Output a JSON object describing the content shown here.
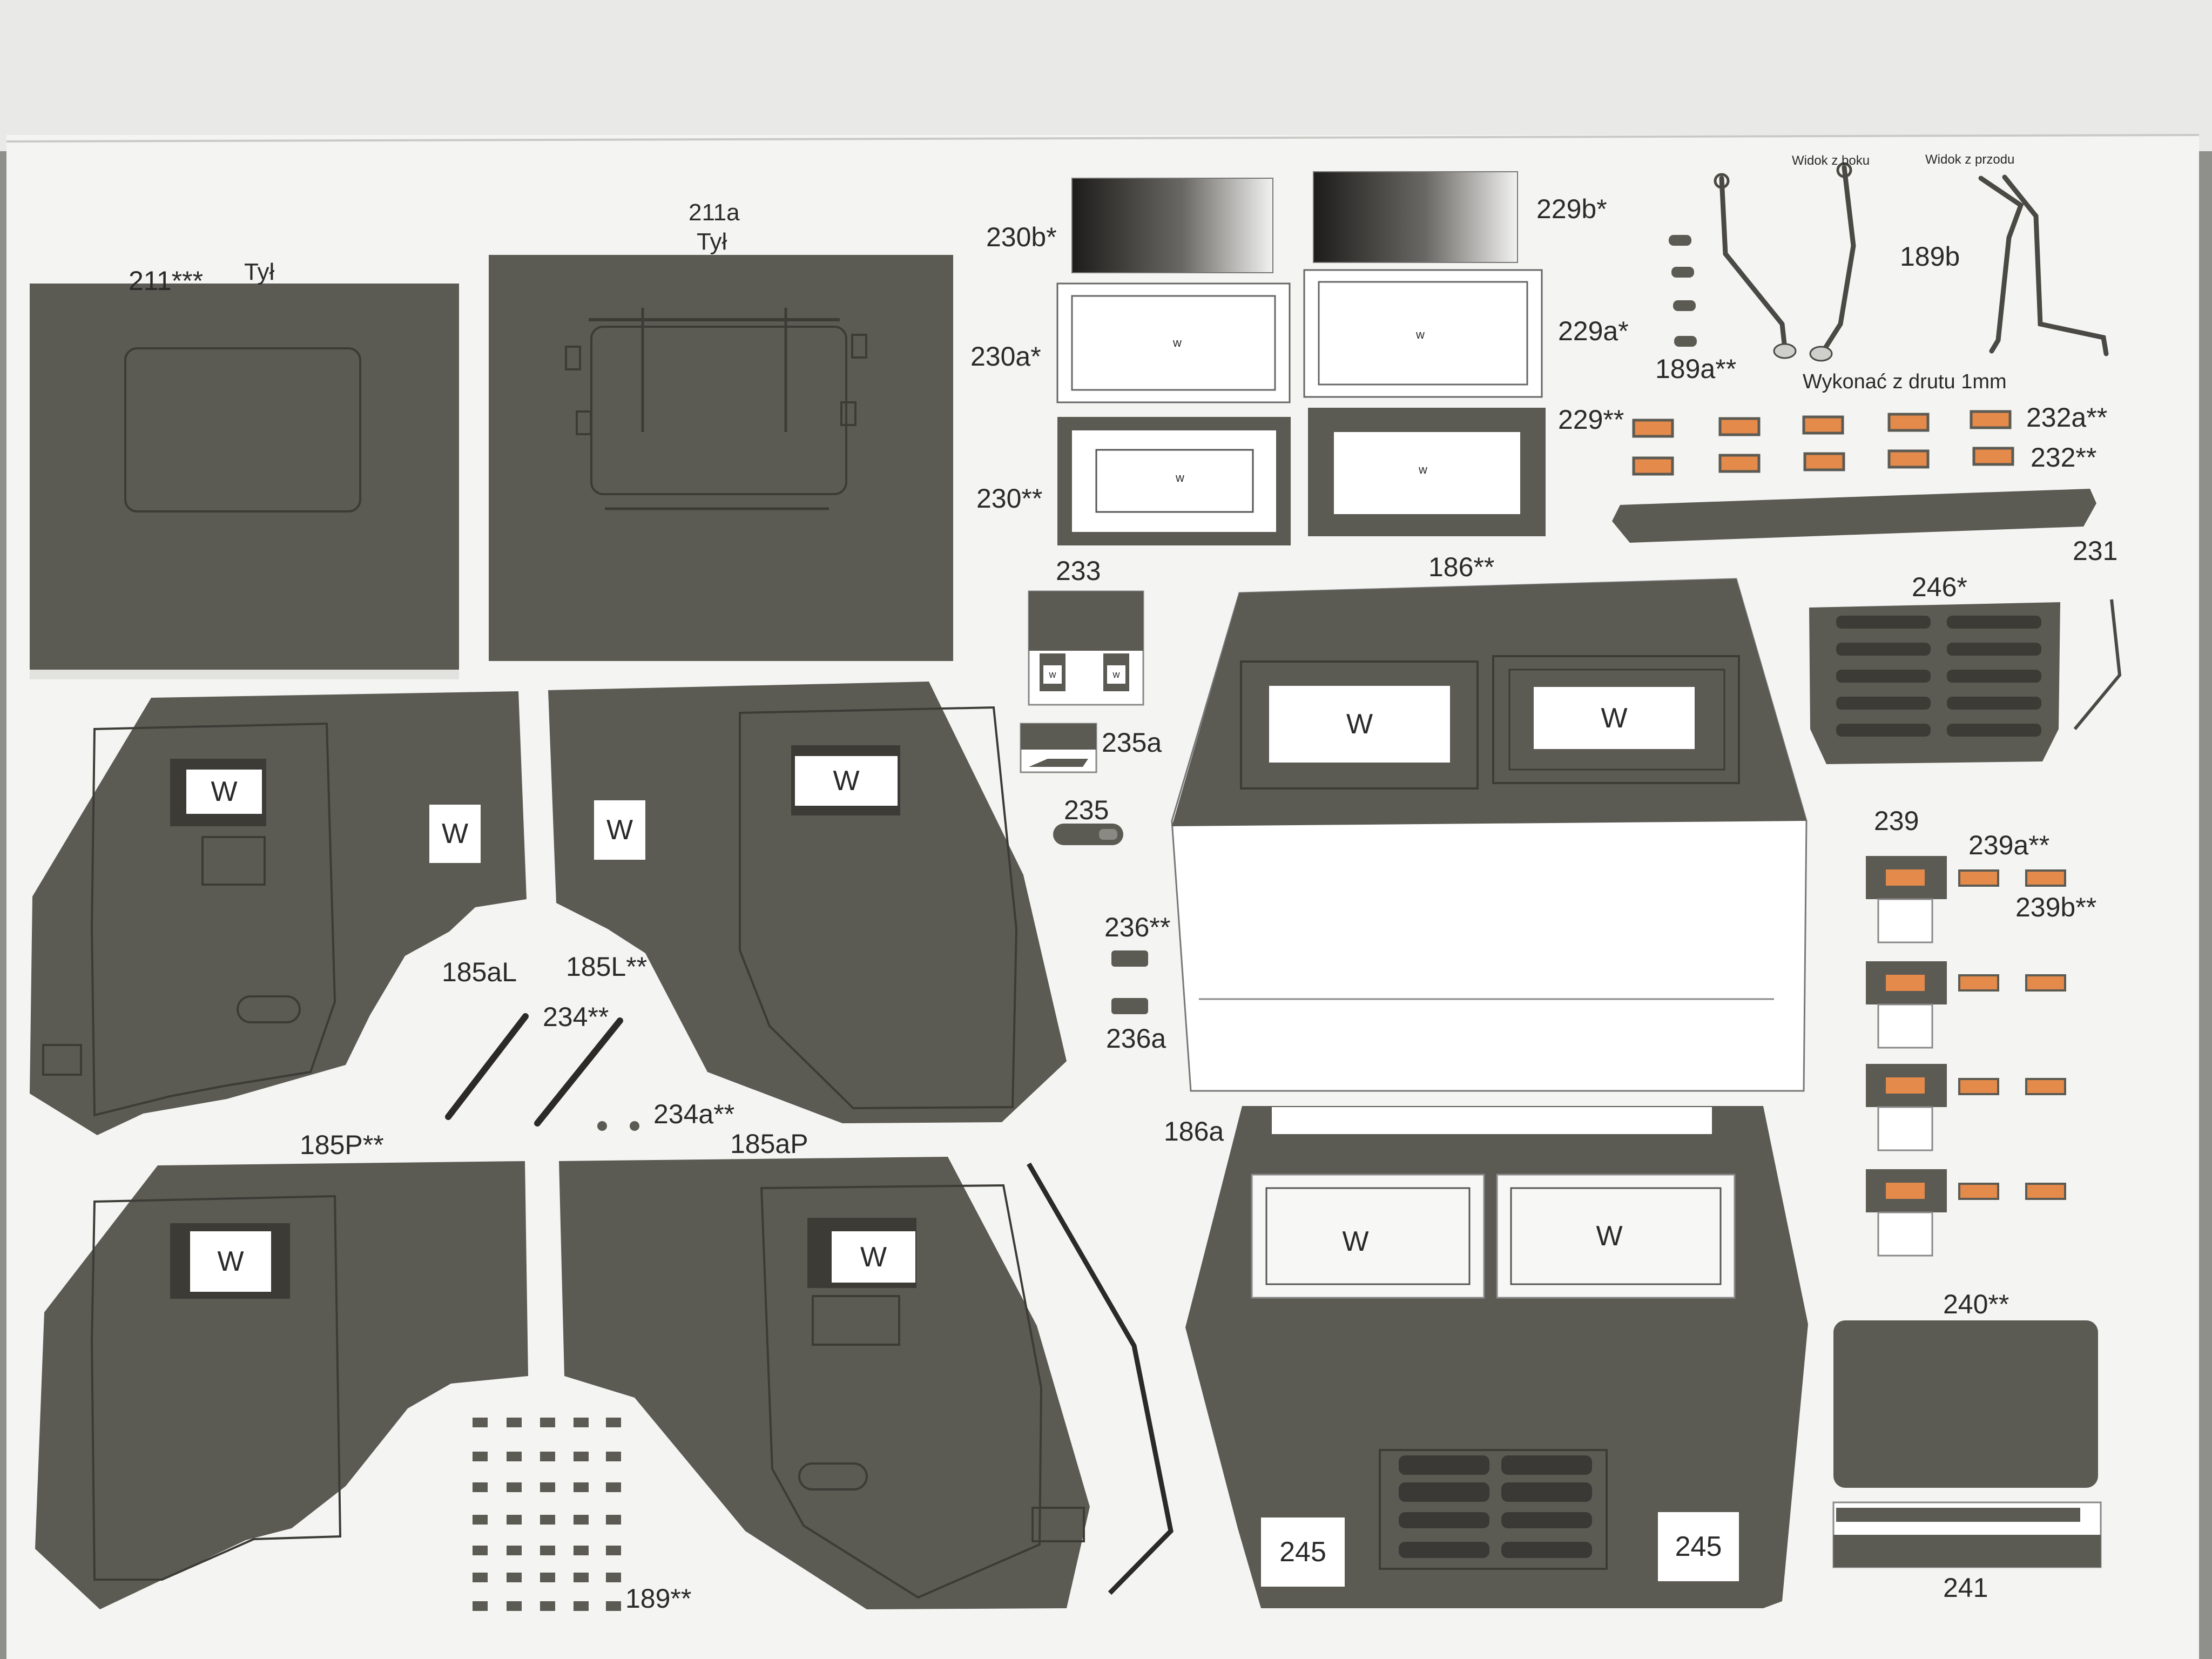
{
  "sheet": {
    "colors": {
      "paper": "#f4f4f2",
      "part_fill": "#5b5a53",
      "panel_line": "#3c3b36",
      "orange": "#e48a4a",
      "label_text": "#2a2a2a",
      "background": "#8f8f8b"
    },
    "labels": {
      "p211": "211***",
      "tyl_left": "Tył",
      "p211a": "211a",
      "tyl_right": "Tył",
      "p230b": "230b*",
      "p229b": "229b*",
      "p230a": "230a*",
      "p229a": "229a*",
      "p230": "230**",
      "p229": "229**",
      "p189a": "189a**",
      "p189b": "189b",
      "widok_boku": "Widok z boku",
      "widok_przodu": "Widok z przodu",
      "wire_note": "Wykonać z drutu 1mm",
      "p232a": "232a**",
      "p232": "232**",
      "p231": "231",
      "p233": "233",
      "p186": "186**",
      "p246": "246*",
      "p235a": "235a",
      "p235": "235",
      "p236": "236**",
      "p236a": "236a",
      "p239": "239",
      "p239a": "239a**",
      "p239b": "239b**",
      "p185aL": "185aL",
      "p185L": "185L**",
      "p234": "234**",
      "p234a": "234a**",
      "p185P": "185P**",
      "p185aP": "185aP",
      "p186a": "186a",
      "p240": "240**",
      "p241": "241",
      "p189": "189**",
      "p245_left": "245",
      "p245_right": "245"
    },
    "window_marks": {
      "big": "W",
      "small": "w"
    }
  }
}
